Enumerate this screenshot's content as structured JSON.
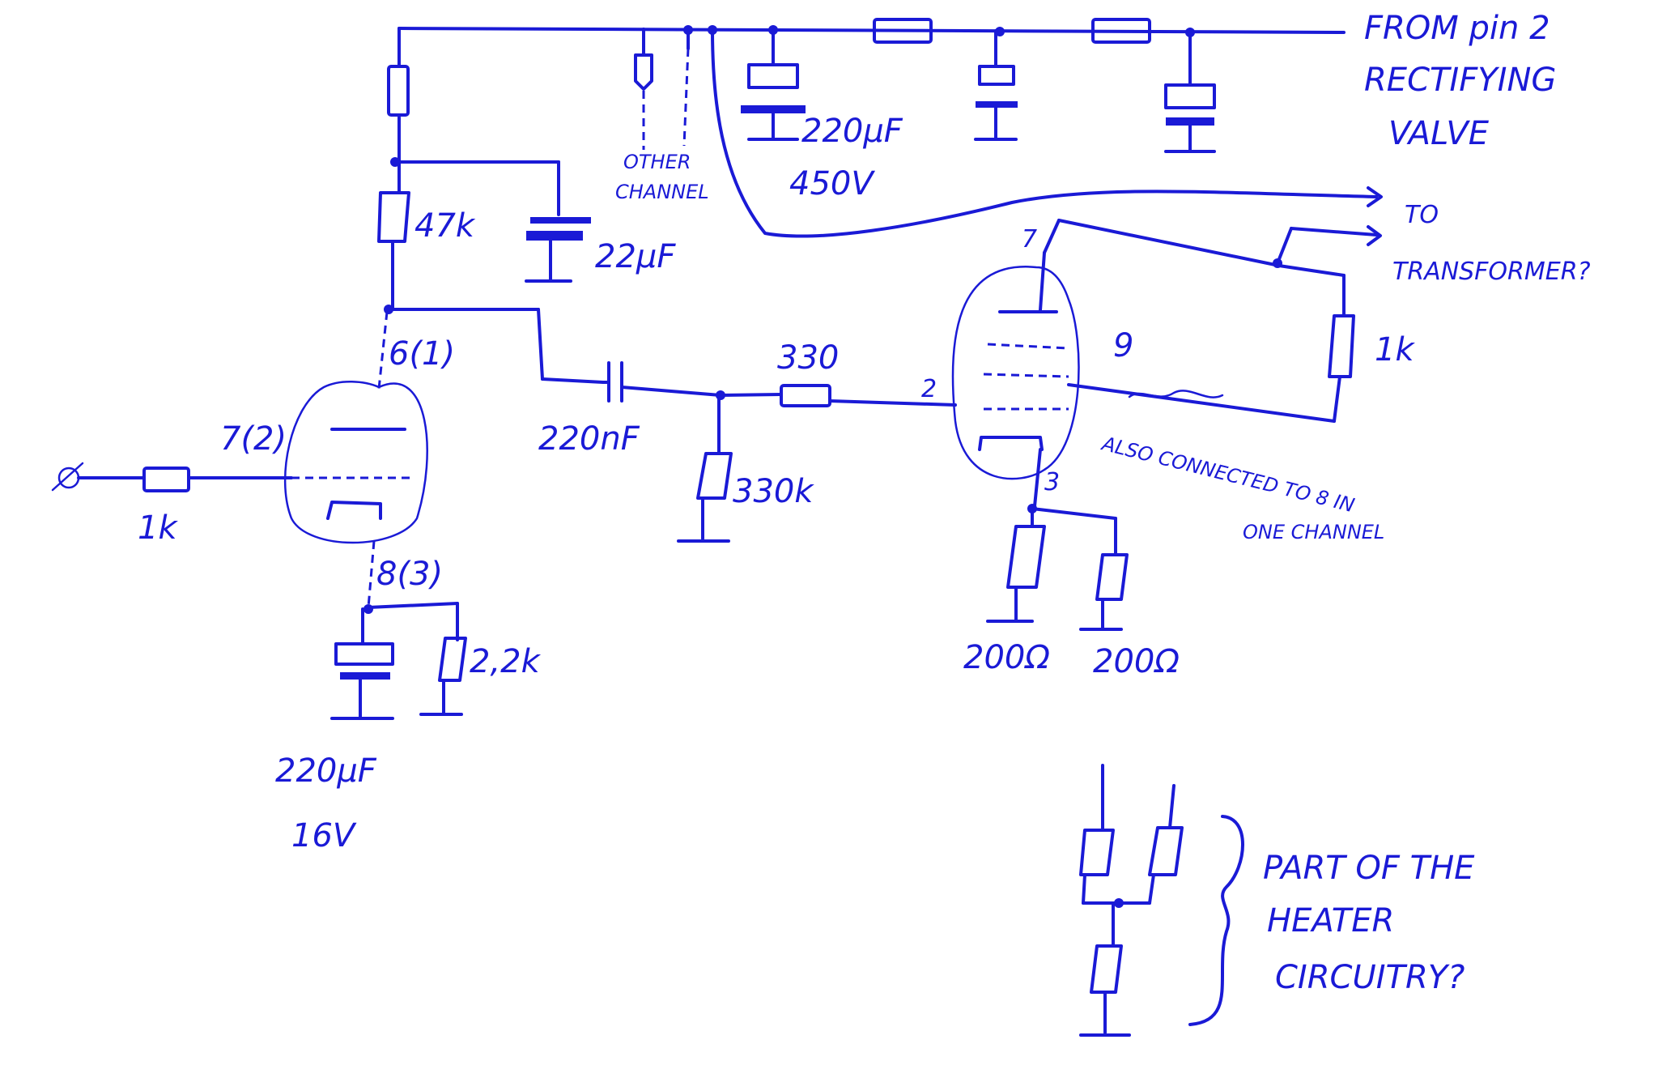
{
  "colors": {
    "ink": "#1a1ad6",
    "paper": "#ffffff"
  },
  "labels": {
    "from_pin_line1": "FROM pin 2",
    "from_pin_line2": "RECTIFYING",
    "from_pin_line3": "VALVE",
    "other_channel_line1": "OTHER",
    "other_channel_line2": "CHANNEL",
    "cap_filter_value": "220µF",
    "cap_filter_voltage": "450V",
    "to_transformer_line1": "TO",
    "to_transformer_line2": "TRANSFORMER?",
    "res_plate_value": "47k",
    "cap_decouple_value": "22µF",
    "pin_plate_triode": "6(1)",
    "pin_grid_triode": "7(2)",
    "pin_cathode_triode": "8(3)",
    "res_input_value": "1k",
    "cap_coupling_value": "220nF",
    "res_grid_stopper_value": "330",
    "res_grid_leak_value": "330k",
    "pin_grid_pentode": "2",
    "pin_plate_pentode": "7",
    "pin_screen_pentode": "9",
    "pin_cathode_pentode": "3",
    "res_screen_value": "1k",
    "also_connected_line1": "ALSO CONNECTED TO 8 IN",
    "also_connected_line2": "ONE CHANNEL",
    "cap_cathode_value": "220µF",
    "cap_cathode_voltage": "16V",
    "res_cathode_triode_value": "2,2k",
    "res_cathode_pentode_a": "200Ω",
    "res_cathode_pentode_b": "200Ω",
    "heater_line1": "PART OF THE",
    "heater_line2": "HEATER",
    "heater_line3": "CIRCUITRY?"
  }
}
